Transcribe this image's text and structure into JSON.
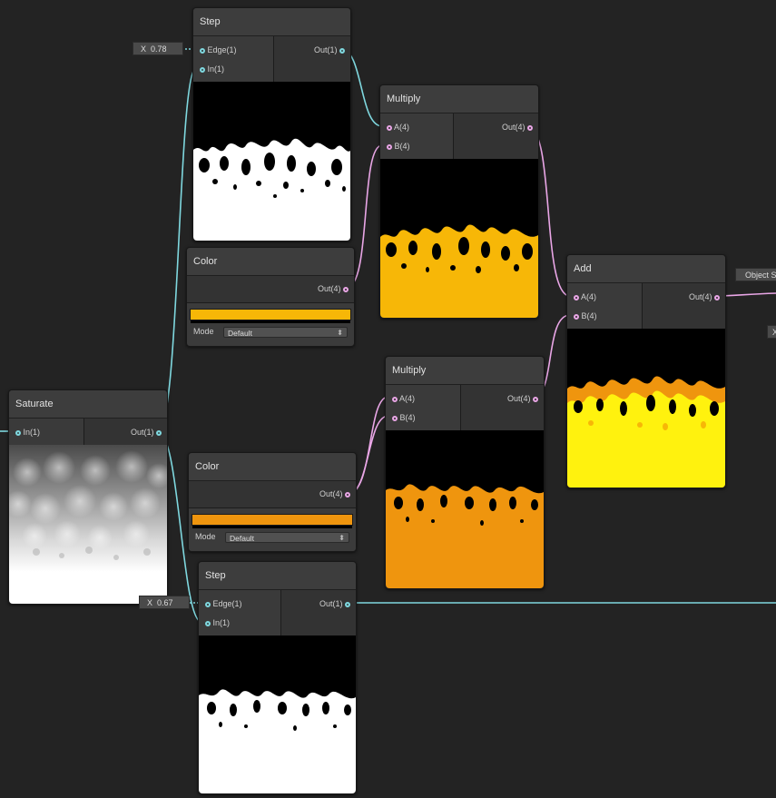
{
  "nodes": {
    "step_top": {
      "title": "Step",
      "inputs": [
        "Edge(1)",
        "In(1)"
      ],
      "output": "Out(1)",
      "edge_value": "0.78"
    },
    "multiply_top": {
      "title": "Multiply",
      "inputs": [
        "A(4)",
        "B(4)"
      ],
      "output": "Out(4)"
    },
    "color_top": {
      "title": "Color",
      "output": "Out(4)",
      "color": "#f7b707",
      "mode_label": "Mode",
      "mode_value": "Default"
    },
    "add": {
      "title": "Add",
      "inputs": [
        "A(4)",
        "B(4)"
      ],
      "output": "Out(4)"
    },
    "saturate": {
      "title": "Saturate",
      "input": "In(1)",
      "output": "Out(1)"
    },
    "multiply_bottom": {
      "title": "Multiply",
      "inputs": [
        "A(4)",
        "B(4)"
      ],
      "output": "Out(4)"
    },
    "color_bottom": {
      "title": "Color",
      "output": "Out(4)",
      "color": "#ef950e",
      "mode_label": "Mode",
      "mode_value": "Default"
    },
    "step_bottom": {
      "title": "Step",
      "inputs": [
        "Edge(1)",
        "In(1)"
      ],
      "output": "Out(1)",
      "edge_value": "0.67"
    }
  },
  "x_prefix": "X",
  "offscreen": {
    "object_label": "Object S",
    "x_prefix": "X"
  },
  "colors": {
    "wire_float": "#7fd8df",
    "wire_vector": "#e9a6e6",
    "canvas": "#232323",
    "add_fill": "#fff20e"
  }
}
